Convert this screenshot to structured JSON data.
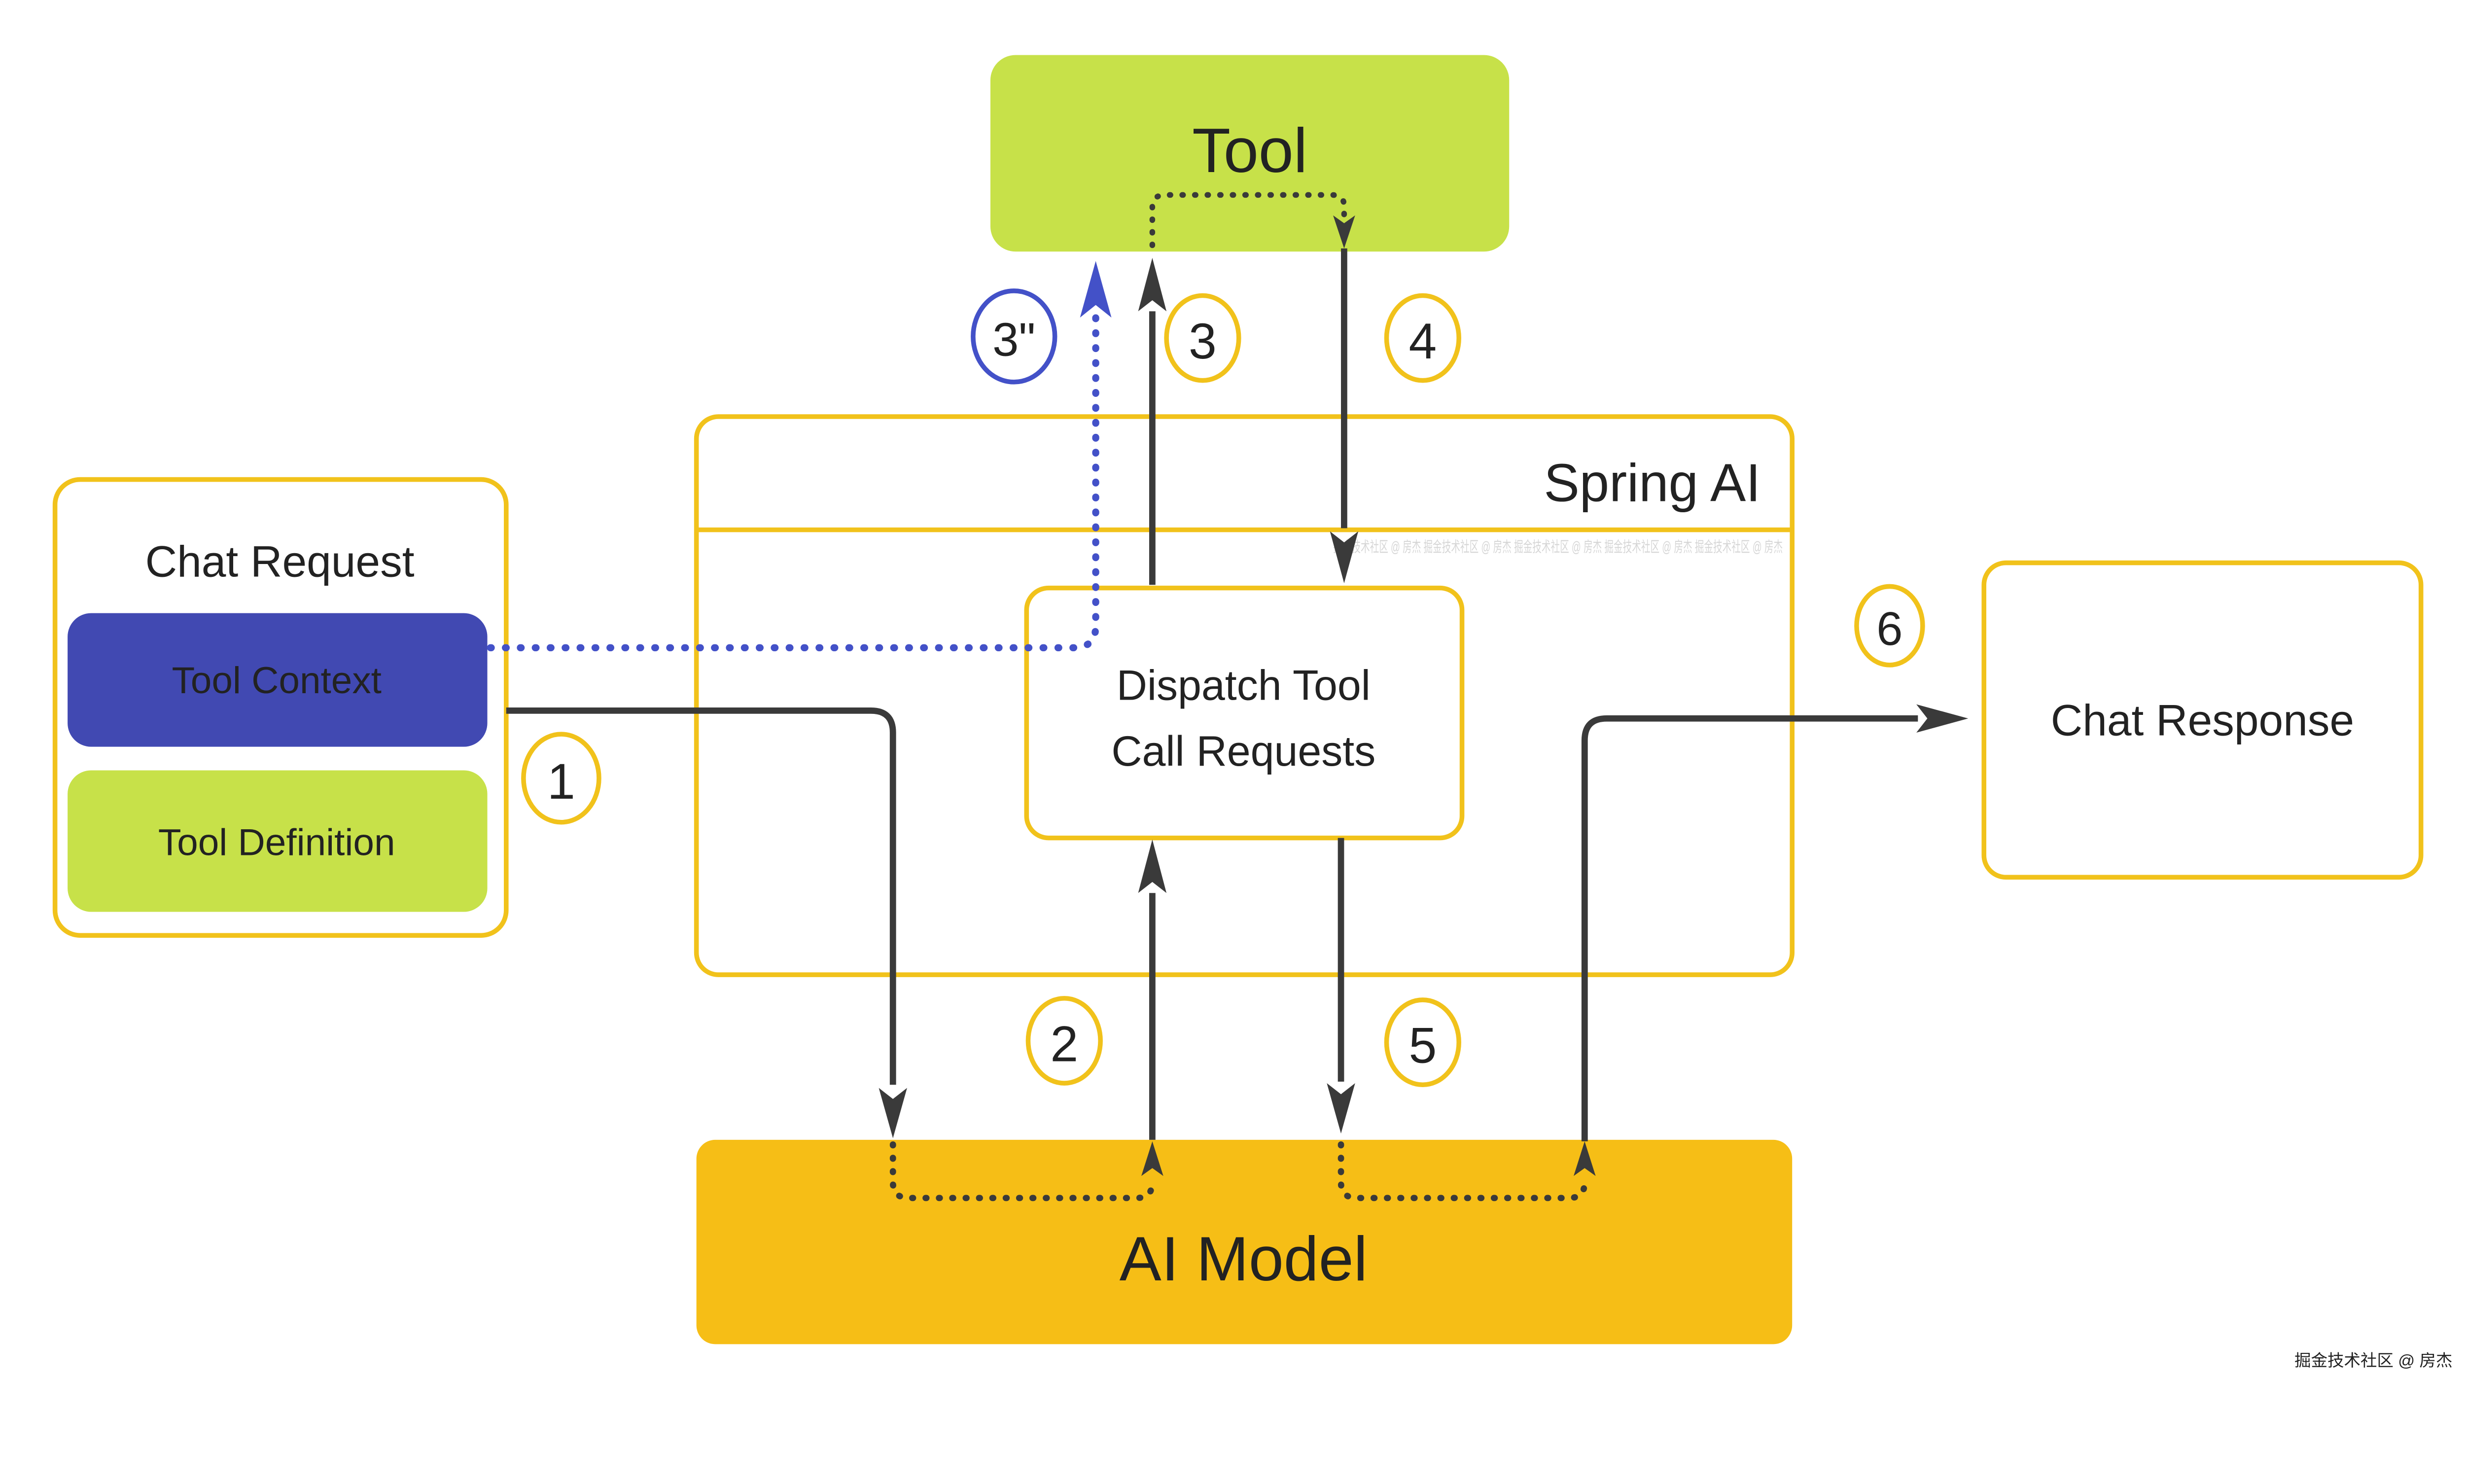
{
  "diagram": {
    "tool_box": {
      "label": "Tool"
    },
    "spring_ai": {
      "title": "Spring AI"
    },
    "dispatch": {
      "line1": "Dispatch Tool",
      "line2": "Call Requests"
    },
    "chat_request": {
      "title": "Chat Request",
      "tool_context": "Tool Context",
      "tool_definition": "Tool Definition"
    },
    "chat_response": {
      "label": "Chat Response"
    },
    "ai_model": {
      "label": "AI Model"
    },
    "steps": {
      "s1": "1",
      "s2": "2",
      "s3": "3",
      "s3q": "3\"",
      "s4": "4",
      "s5": "5",
      "s6": "6"
    },
    "watermark": {
      "corner_text": "掘金技术社区 @ 房杰",
      "strip_text": "掘金技术社区 @ 房杰  掘金技术社区 @ 房杰  掘金技术社区 @ 房杰  掘金技术社区 @ 房杰  掘金技术社区 @ 房杰"
    },
    "colors": {
      "gold": "#F1C21B",
      "amber_fill": "#F6BE16",
      "green_fill": "#C7E149",
      "indigo_fill": "#4149B2",
      "blue_accent": "#4351C8",
      "line_dark": "#3A3A3A",
      "text_dark": "#222222",
      "text_light": "#FFFFFF",
      "watermark_gray": "#B5B5B5"
    }
  }
}
